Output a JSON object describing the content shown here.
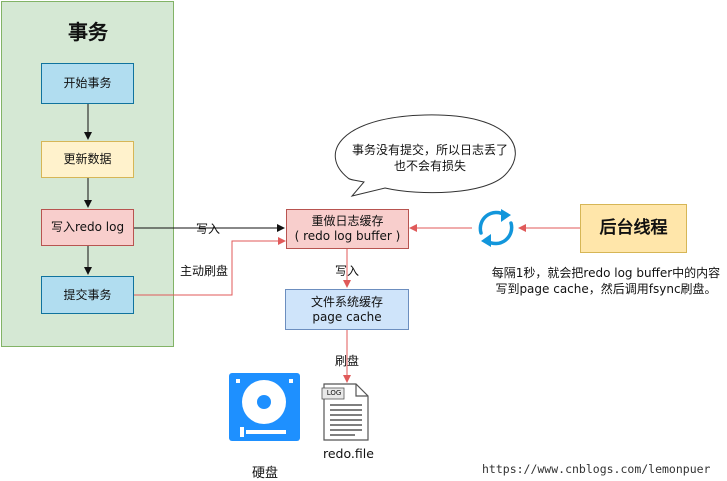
{
  "panel": {
    "title": "事务"
  },
  "steps": {
    "start": "开始事务",
    "update": "更新数据",
    "write_redo": "写入redo log",
    "commit": "提交事务"
  },
  "redo_buffer": {
    "line1": "重做日志缓存",
    "line2": "( redo log buffer )"
  },
  "page_cache": {
    "line1": "文件系统缓存",
    "line2": "page cache"
  },
  "background_thread": "后台线程",
  "labels": {
    "write_in_1": "写入",
    "active_flush": "主动刷盘",
    "write_in_2": "写入",
    "flush": "刷盘"
  },
  "bubble": {
    "line1": "事务没有提交，所以日志丢了",
    "line2": "也不会有损失"
  },
  "note": {
    "line1": "每隔1秒，就会把redo log buffer中的内容",
    "line2": "写到page cache，然后调用fsync刷盘。"
  },
  "disk": {
    "label": "硬盘"
  },
  "file": {
    "label": "redo.file",
    "tag": "LOG"
  },
  "credit": "https://www.cnblogs.com/lemonpuer",
  "colors": {
    "panel_bg": "#d5e8d4",
    "red_line": "#e05a5a",
    "disk_blue": "#1e90ff",
    "refresh_blue": "#1296db"
  }
}
